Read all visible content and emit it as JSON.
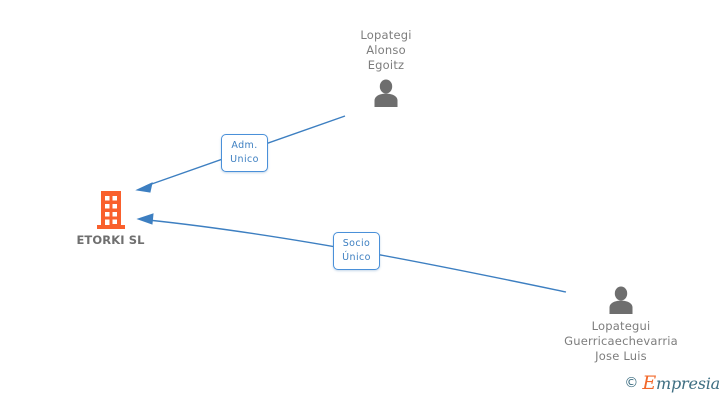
{
  "diagram": {
    "background_color": "#ffffff",
    "company": {
      "name": "ETORKI SL",
      "icon": "building-icon",
      "icon_color": "#f9602d"
    },
    "people": [
      {
        "id": "person-top",
        "name": "Lopategi\nAlonso\nEgoitz",
        "icon": "person-icon",
        "icon_color": "#6e6e6e"
      },
      {
        "id": "person-bottom",
        "name": "Lopategui\nGuerricaechevarria\nJose Luis",
        "icon": "person-icon",
        "icon_color": "#6e6e6e"
      }
    ],
    "relations": [
      {
        "id": "rel-adm",
        "label": "Adm.\nUnico",
        "from": "person-top",
        "to": "company",
        "line_color": "#3d7fc1"
      },
      {
        "id": "rel-socio",
        "label": "Socio\nÚnico",
        "from": "person-bottom",
        "to": "company",
        "line_color": "#3d7fc1"
      }
    ],
    "watermark": {
      "copyright": "©",
      "brand_initial": "E",
      "brand_rest": "mpresia",
      "color": "#3d6e82",
      "initial_color": "#f2682a"
    }
  }
}
